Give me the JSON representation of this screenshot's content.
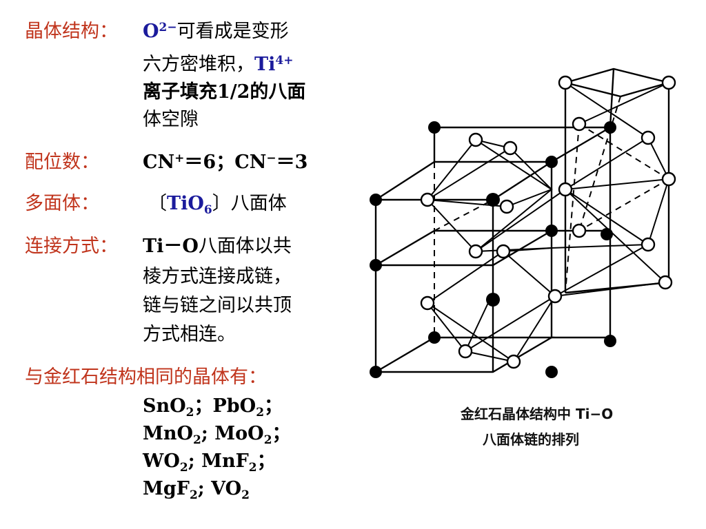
{
  "crystal": {
    "label": "晶体结构：",
    "o_ion": "O",
    "o_charge": "2−",
    "line1_rest": "可看成是变形",
    "line2_a": "六方密堆积，",
    "ti_ion": "Ti",
    "ti_charge": "4+",
    "line3": "离子填充1/2的八面",
    "line4": "体空隙"
  },
  "coordination": {
    "label": "配位数：",
    "cn_plus": "CN",
    "cn_plus_sup": "+",
    "cn_plus_val": "＝6；",
    "cn_minus": "CN",
    "cn_minus_sup": "−",
    "cn_minus_val": "＝3"
  },
  "polyhedron": {
    "label": "多面体：",
    "open": "〔",
    "formula": "TiO",
    "formula_sub": "6",
    "close": "〕",
    "rest": "八面体"
  },
  "connection": {
    "label": "连接方式：",
    "line1_a": "Ti－O",
    "line1_b": "八面体以共",
    "line2": "棱方式连接成链，",
    "line3": "链与链之间以共顶",
    "line4": "方式相连。"
  },
  "same": {
    "label": "与金红石结构相同的晶体有：",
    "r1": [
      {
        "f": "SnO",
        "s": "2",
        "sep": "；"
      },
      {
        "f": "PbO",
        "s": "2",
        "sep": "；"
      }
    ],
    "r2": [
      {
        "f": "MnO",
        "s": "2",
        "sep": "; "
      },
      {
        "f": "MoO",
        "s": "2",
        "sep": "；"
      }
    ],
    "r3": [
      {
        "f": "WO",
        "s": "2",
        "sep": "; "
      },
      {
        "f": "MnF",
        "s": "2",
        "sep": "；"
      }
    ],
    "r4": [
      {
        "f": "MgF",
        "s": "2",
        "sep": "; "
      },
      {
        "f": "VO",
        "s": "2",
        "sep": ""
      }
    ]
  },
  "figure": {
    "caption_line1": "金红石晶体结构中 Ti−O",
    "caption_line2": "八面体链的排列"
  }
}
